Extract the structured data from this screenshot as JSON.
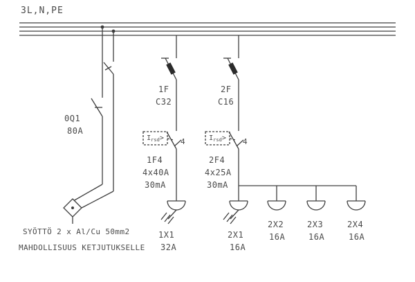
{
  "bus": {
    "label": "3L,N,PE"
  },
  "incomer": {
    "switch_name": "0Q1",
    "switch_rating": "80A",
    "note_line1": "SYÖTTÖ 2 x Al/Cu 50mm2",
    "note_line2": "MAHDOLLISUUS KETJUTUKSELLE"
  },
  "branches": [
    {
      "breaker_name": "1F",
      "breaker_rating": "C32",
      "rcd_box": {
        "i": "I",
        "sub": "rsd",
        "gt": ">"
      },
      "poles": "4",
      "rcd_name": "1F4",
      "rcd_rating": "4x40A",
      "rcd_sensitivity": "30mA",
      "socket_name": "1X1",
      "socket_rating": "32A"
    },
    {
      "breaker_name": "2F",
      "breaker_rating": "C16",
      "rcd_box": {
        "i": "I",
        "sub": "rsd",
        "gt": ">"
      },
      "poles": "4",
      "rcd_name": "2F4",
      "rcd_rating": "4x25A",
      "rcd_sensitivity": "30mA",
      "socket_name": "2X1",
      "socket_rating": "16A"
    }
  ],
  "extra_sockets": [
    {
      "name": "2X2",
      "rating": "16A"
    },
    {
      "name": "2X3",
      "rating": "16A"
    },
    {
      "name": "2X4",
      "rating": "16A"
    }
  ],
  "colors": {
    "line": "#3d3d3d",
    "text": "#4a4a4a"
  }
}
